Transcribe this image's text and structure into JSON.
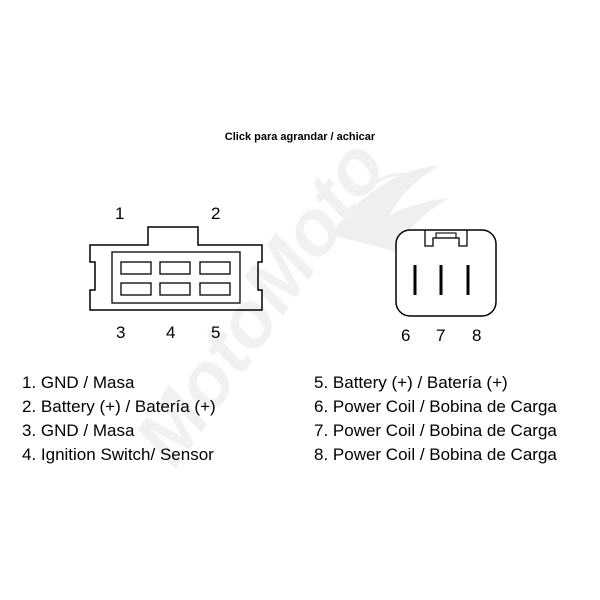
{
  "header": {
    "text": "Click para agrandar / achicar"
  },
  "watermark": {
    "text": "MotoMoto"
  },
  "connector_left": {
    "top_labels": [
      "1",
      "2"
    ],
    "bottom_labels": [
      "3",
      "4",
      "5"
    ]
  },
  "connector_right": {
    "labels": [
      "6",
      "7",
      "8"
    ]
  },
  "legend_left": [
    "1. GND / Masa",
    "2. Battery (+) / Batería (+)",
    "3. GND / Masa",
    "4. Ignition Switch/ Sensor"
  ],
  "legend_right": [
    "5. Battery (+) / Batería (+)",
    "6. Power Coil / Bobina de Carga",
    "7. Power Coil / Bobina de Carga",
    "8. Power Coil / Bobina de Carga"
  ]
}
